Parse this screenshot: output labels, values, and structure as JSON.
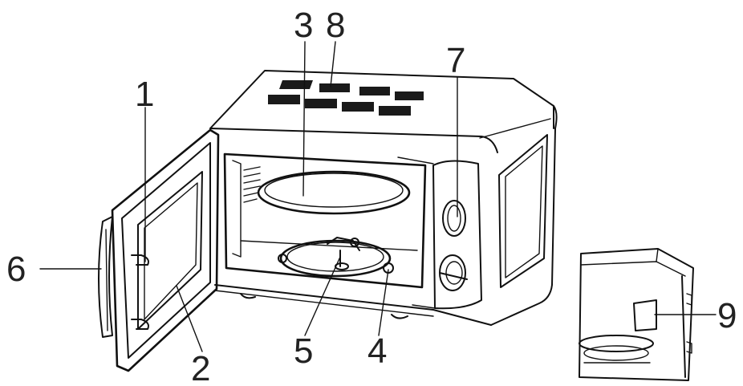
{
  "labels": {
    "door_hook": "1",
    "door_window": "2",
    "turntable_plate": "3",
    "roller_ring": "4",
    "turntable_shaft": "5",
    "door_handle": "6",
    "control_panel": "7",
    "top_vents": "8",
    "waveguide_cover": "9"
  },
  "colors": {
    "line": "#111111",
    "label": "#222222",
    "background": "#ffffff"
  }
}
